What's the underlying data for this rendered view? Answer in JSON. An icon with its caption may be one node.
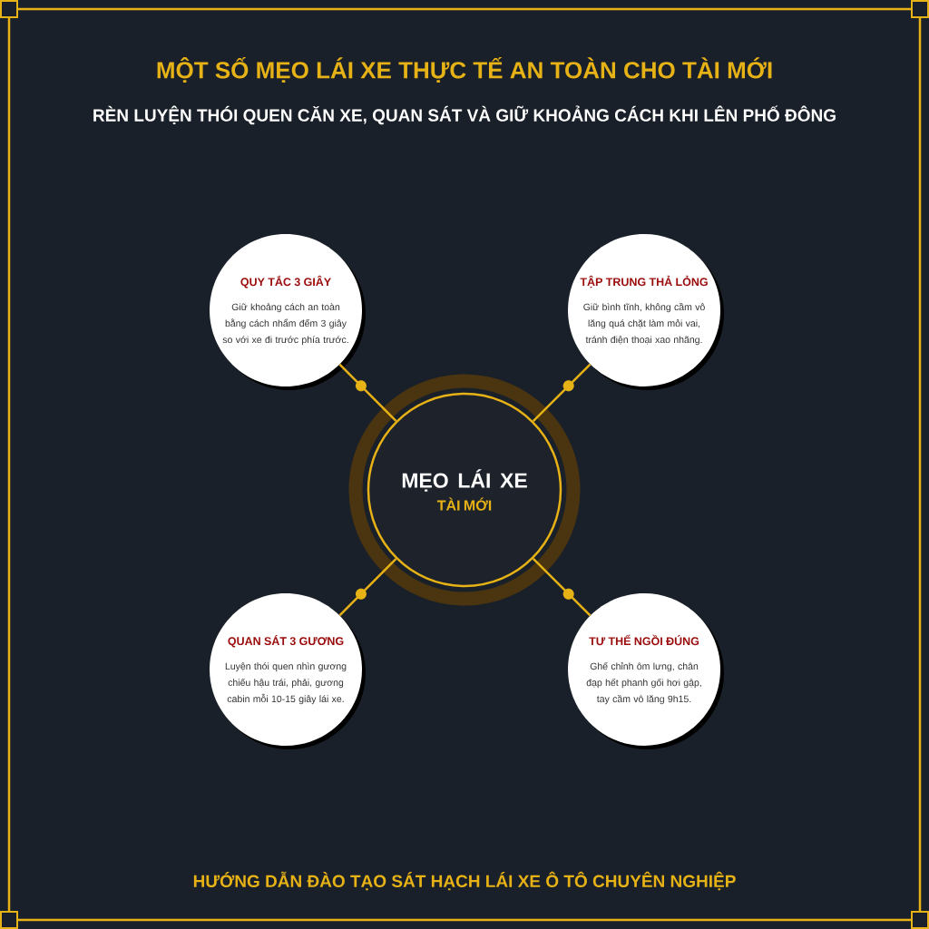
{
  "diagram": {
    "title": "MỘT SỐ MẸO LÁI XE THỰC TẾ AN TOÀN CHO TÀI MỚI",
    "caption": "HƯỚNG DẪN ĐÀO TẠO SÁT HẠCH LÁI XE Ô TÔ CHUYÊN NGHIỆP",
    "nodes": [
      {
        "text": [
          "MẸO LÁI XE",
          "TÀI MỚI"
        ]
      },
      {
        "text": [
          "QUY TẮC 3 GIÂY",
          "Giữ khoảng cách an toàn bằng cách nhẩm đếm 3 giây so với xe đi trước phía trước."
        ]
      },
      {
        "text": [
          "TẬP TRUNG THẢ LỎNG",
          "Giữ bình tĩnh, không cầm vô lăng quá chặt làm mỏi vai, tránh điện thoại xao nhãng."
        ]
      },
      {
        "text": [
          "QUAN SÁT 3 GƯƠNG",
          "Luyện thói quen nhìn gương chiếu hậu trái, phải, gương cabin mỗi 10-15 giây lái xe."
        ]
      },
      {
        "text": [
          "TƯ THẾ NGỒI ĐÚNG",
          "Ghế chỉnh ôm lưng, chân đạp hết phanh gối hơi gập, tay cầm vô lăng 9h15."
        ]
      }
    ],
    "edges": [
      {
        "from": 0,
        "to": 1,
        "arrow": "none"
      },
      {
        "from": 0,
        "to": 2,
        "arrow": "none"
      },
      {
        "from": 0,
        "to": 3,
        "arrow": "none"
      },
      {
        "from": 0,
        "to": 4,
        "arrow": "none"
      }
    ],
    "labels": [
      "RÈN LUYỆN THÓI QUEN CĂN XE, QUAN SÁT VÀ GIỮ KHOẢNG CÁCH KHI LÊN PHỐ ĐÔNG"
    ]
  }
}
